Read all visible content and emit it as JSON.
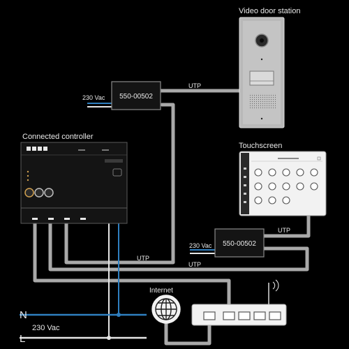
{
  "labels": {
    "video_door_station": "Video door station",
    "connected_controller": "Connected controller",
    "touchscreen": "Touchscreen",
    "internet": "Internet",
    "power_top": "230 Vac",
    "power_mid": "230 Vac",
    "power_bottom": "230 Vac",
    "psu_top": "550-00502",
    "psu_mid": "550-00502",
    "utp_1": "UTP",
    "utp_2": "UTP",
    "utp_3": "UTP",
    "utp_4": "UTP",
    "mains_n": "N",
    "mains_l": "L"
  },
  "colors": {
    "background": "#000000",
    "cable_utp": "#a9a9a9",
    "wire_blue": "#2f7fc0",
    "wire_white": "#e6e6e6",
    "device_dark": "#141414",
    "device_light": "#f2f2f2",
    "panel_steel": "#b9b9b9"
  },
  "icons": {
    "globe": "globe-icon",
    "wifi": "wifi-signal-icon"
  }
}
